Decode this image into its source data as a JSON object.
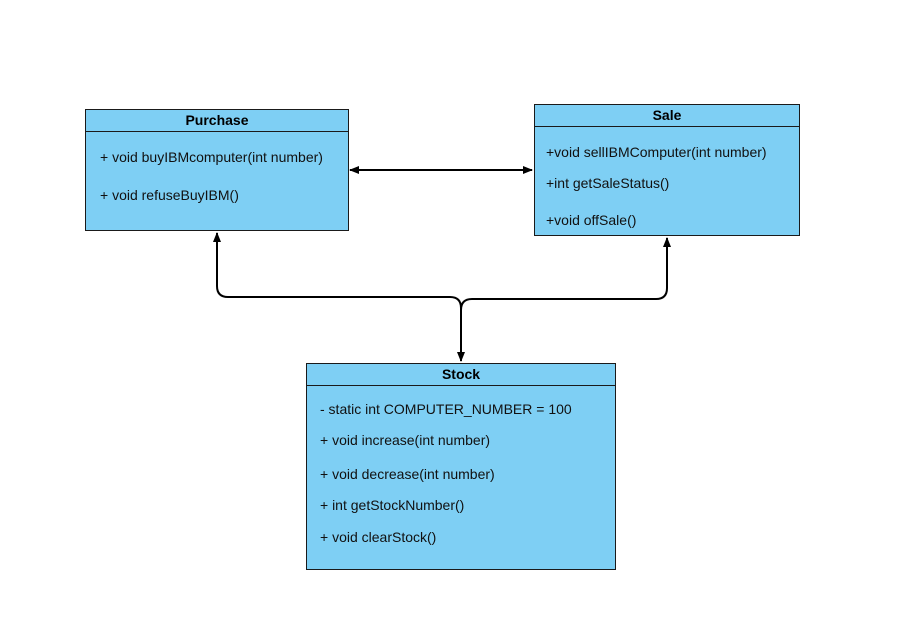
{
  "diagram": {
    "classes": {
      "purchase": {
        "name": "Purchase",
        "members": [
          "+ void buyIBMcomputer(int number)",
          "+ void refuseBuyIBM()"
        ]
      },
      "sale": {
        "name": "Sale",
        "members": [
          "+void sellIBMComputer(int number)",
          "+int getSaleStatus()",
          "+void offSale()"
        ]
      },
      "stock": {
        "name": "Stock",
        "members": [
          "- static int COMPUTER_NUMBER = 100",
          "+ void increase(int number)",
          "+ void decrease(int number)",
          "+ int getStockNumber()",
          "+ void clearStock()"
        ]
      }
    },
    "relations": [
      {
        "from": "Purchase",
        "to": "Sale",
        "arrows": "both"
      },
      {
        "from": "Stock",
        "to": "Purchase",
        "arrows": "both"
      },
      {
        "from": "Stock",
        "to": "Sale",
        "arrows": "both"
      }
    ],
    "colors": {
      "class_fill": "#7ecff4",
      "border": "#1a1a1a",
      "connector": "#000000",
      "background": "#ffffff"
    }
  }
}
